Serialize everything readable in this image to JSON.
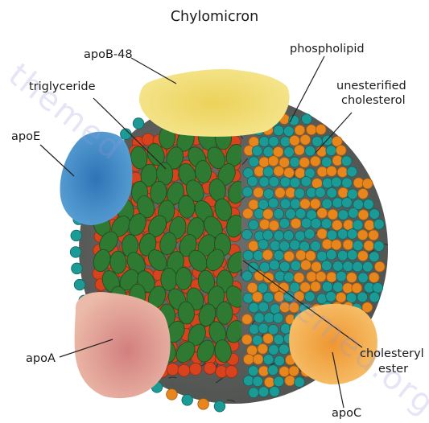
{
  "title": "Chylomicron",
  "labels": {
    "apoB48": "apoB-48",
    "phospholipid": "phospholipid",
    "unesterified_line1": "unesterified",
    "unesterified_line2": "cholesterol",
    "triglyceride": "triglyceride",
    "apoE": "apoE",
    "apoA": "apoA",
    "cholesteryl_line1": "cholesteryl",
    "cholesteryl_line2": "ester",
    "apoC": "apoC"
  },
  "watermark": {
    "left_text": "themed",
    "right_text": "aemed.org"
  },
  "colors": {
    "core_bg": "#5f615f",
    "triglyceride_green": "#2f7a33",
    "core_red": "#d8431e",
    "phospholipid_orange": "#e8861e",
    "phospholipid_teal": "#1c9a96",
    "apoB48": "#f1dd78",
    "apoE": "#3f88c4",
    "apoA": "#e0a095",
    "apoC": "#f3a94c"
  }
}
